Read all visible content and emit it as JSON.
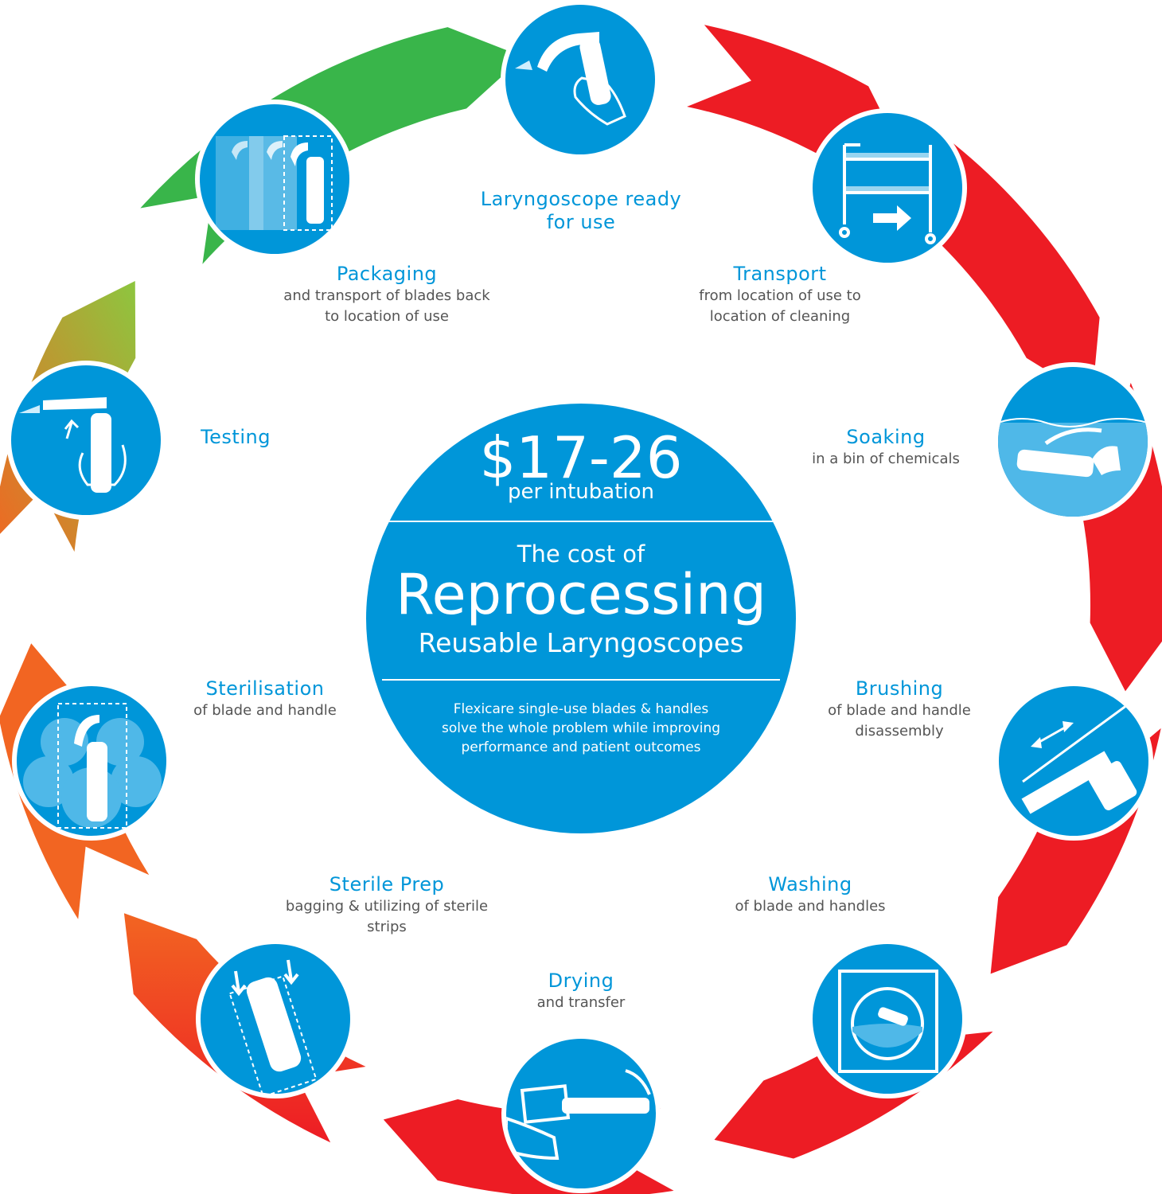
{
  "colors": {
    "brand_blue": "#0096d9",
    "arrow_red": "#ed1c24",
    "arrow_orange": "#f26522",
    "arrow_green": "#39b54a",
    "arrow_yellowgreen": "#8dc63f",
    "text_grey": "#555555"
  },
  "hub": {
    "price": "$17-26",
    "per": "per intubation",
    "cost_of": "The cost of",
    "headline": "Reprocessing",
    "subheadline": "Reusable Laryngoscopes",
    "note": "Flexicare single-use blades & handles solve the whole problem while improving performance and patient outcomes"
  },
  "steps": [
    {
      "title": "Laryngoscope ready for use",
      "desc": "",
      "icon": "laryngoscope-hand-icon"
    },
    {
      "title": "Transport",
      "desc": "from location of use to location of cleaning",
      "icon": "trolley-icon"
    },
    {
      "title": "Soaking",
      "desc": "in a bin of chemicals",
      "icon": "soaking-bin-icon"
    },
    {
      "title": "Brushing",
      "desc": "of blade and handle disassembly",
      "icon": "brush-icon"
    },
    {
      "title": "Washing",
      "desc": "of blade and handles",
      "icon": "washing-machine-icon"
    },
    {
      "title": "Drying",
      "desc": "and transfer",
      "icon": "drying-towel-icon"
    },
    {
      "title": "Sterile Prep",
      "desc": "bagging & utilizing of sterile strips",
      "icon": "sterile-bag-icon"
    },
    {
      "title": "Sterilisation",
      "desc": "of blade and handle",
      "icon": "steam-sterilisation-icon"
    },
    {
      "title": "Testing",
      "desc": "",
      "icon": "light-test-icon"
    },
    {
      "title": "Packaging",
      "desc": "and transport of blades back to location of use",
      "icon": "packaging-icon"
    }
  ]
}
